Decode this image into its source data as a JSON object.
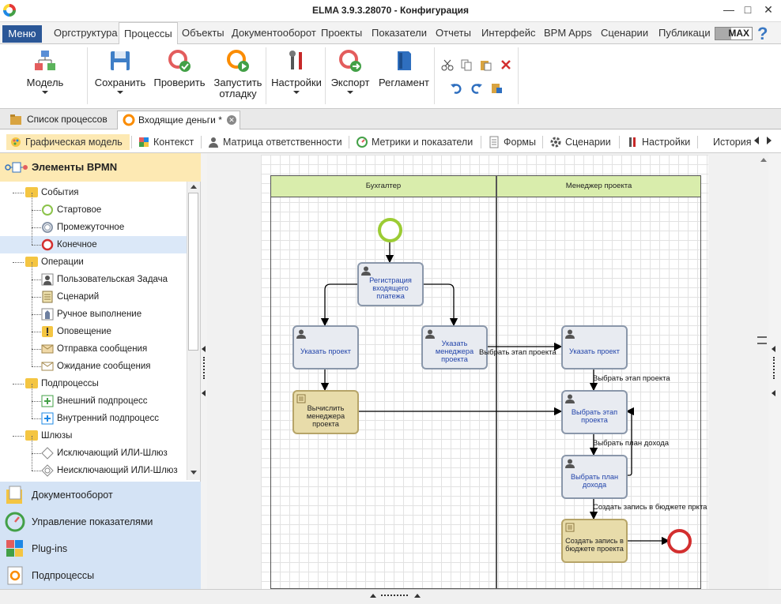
{
  "window": {
    "title": "ELMA 3.9.3.28070 - Конфигурация"
  },
  "menu": {
    "menu_button": "Меню",
    "tabs": [
      "Оргструктура",
      "Процессы",
      "Объекты",
      "Документооборот",
      "Проекты",
      "Показатели",
      "Отчеты",
      "Интерфейс",
      "BPM Apps",
      "Сценарии",
      "Публикаци"
    ],
    "active_tab": "Процессы",
    "max_label": "MAX",
    "help": "?"
  },
  "ribbon": {
    "model": "Модель",
    "save": "Сохранить",
    "check": "Проверить",
    "debug_line1": "Запустить",
    "debug_line2": "отладку",
    "settings": "Настройки",
    "export": "Экспорт",
    "regulation": "Регламент"
  },
  "doc_tabs": {
    "list": "Список процессов",
    "current": "Входящие деньги *"
  },
  "sub_tabs": [
    "Графическая модель",
    "Контекст",
    "Матрица ответственности",
    "Метрики и показатели",
    "Формы",
    "Сценарии",
    "Настройки",
    "История"
  ],
  "left_panel": {
    "header": "Элементы BPMN",
    "tree": [
      {
        "label": "События",
        "kind": "folder",
        "level": 0
      },
      {
        "label": "Стартовое",
        "kind": "start",
        "level": 1
      },
      {
        "label": "Промежуточное",
        "kind": "intermediate",
        "level": 1
      },
      {
        "label": "Конечное",
        "kind": "end",
        "level": 1,
        "selected": true
      },
      {
        "label": "Операции",
        "kind": "folder",
        "level": 0
      },
      {
        "label": "Пользовательская Задача",
        "kind": "user",
        "level": 1
      },
      {
        "label": "Сценарий",
        "kind": "script",
        "level": 1
      },
      {
        "label": "Ручное выполнение",
        "kind": "manual",
        "level": 1
      },
      {
        "label": "Оповещение",
        "kind": "notify",
        "level": 1
      },
      {
        "label": "Отправка сообщения",
        "kind": "send",
        "level": 1
      },
      {
        "label": "Ожидание сообщения",
        "kind": "wait",
        "level": 1
      },
      {
        "label": "Подпроцессы",
        "kind": "folder",
        "level": 0
      },
      {
        "label": "Внешний подпроцесс",
        "kind": "ext",
        "level": 1
      },
      {
        "label": "Внутренний подпроцесс",
        "kind": "int",
        "level": 1
      },
      {
        "label": "Шлюзы",
        "kind": "folder",
        "level": 0
      },
      {
        "label": "Исключающий ИЛИ-Шлюз",
        "kind": "xor",
        "level": 1
      },
      {
        "label": "Неисключающий ИЛИ-Шлюз",
        "kind": "or",
        "level": 1
      }
    ],
    "bottom_items": [
      "Документооборот",
      "Управление показателями",
      "Plug-ins",
      "Подпроцессы"
    ]
  },
  "diagram": {
    "lanes": [
      "Бухгалтер",
      "Менеджер проекта"
    ],
    "tasks": {
      "t1": "Регистрация входящего платежа",
      "t2": "Указать проект",
      "t3": "Указать менеджера проекта",
      "t4": "Вычислить менеджера проекта",
      "t5": "Указать проект",
      "t6": "Выбрать этап проекта",
      "t7": "Выбрать план дохода",
      "t8": "Создать запись в бюджете проекта"
    },
    "flow_labels": {
      "l1": "Выбрать этап проекта",
      "l2": "Выбрать этап проекта",
      "l3": "Выбрать план дохода",
      "l4": "Создать запись в бюджете пркта"
    }
  },
  "colors": {
    "menu_blue": "#2b5797",
    "active_yellow": "#fde9b3",
    "lane_green": "#d9edac",
    "task_gray": "#e8ebf1",
    "script_tan": "#e8dcaa",
    "start_green": "#9ccc34",
    "end_red": "#d32f2f"
  }
}
